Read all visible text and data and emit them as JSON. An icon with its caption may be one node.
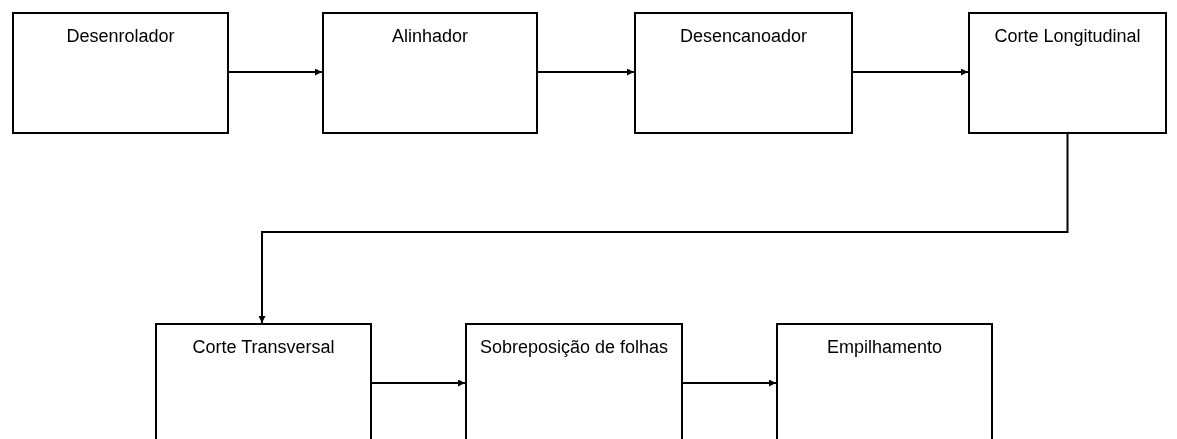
{
  "diagram": {
    "nodes": [
      {
        "text": [
          "Desenrolador"
        ]
      },
      {
        "text": [
          "Alinhador"
        ]
      },
      {
        "text": [
          "Desencanoador"
        ]
      },
      {
        "text": [
          "Corte Longitudinal"
        ]
      },
      {
        "text": [
          "Corte Transversal"
        ]
      },
      {
        "text": [
          "Sobreposição de folhas"
        ]
      },
      {
        "text": [
          "Empilhamento"
        ]
      }
    ],
    "edges": [
      {
        "from": 0,
        "to": 1,
        "arrow": "to"
      },
      {
        "from": 1,
        "to": 2,
        "arrow": "to"
      },
      {
        "from": 2,
        "to": 3,
        "arrow": "to"
      },
      {
        "from": 3,
        "to": 4,
        "arrow": "to"
      },
      {
        "from": 4,
        "to": 5,
        "arrow": "to"
      },
      {
        "from": 5,
        "to": 6,
        "arrow": "to"
      }
    ]
  }
}
